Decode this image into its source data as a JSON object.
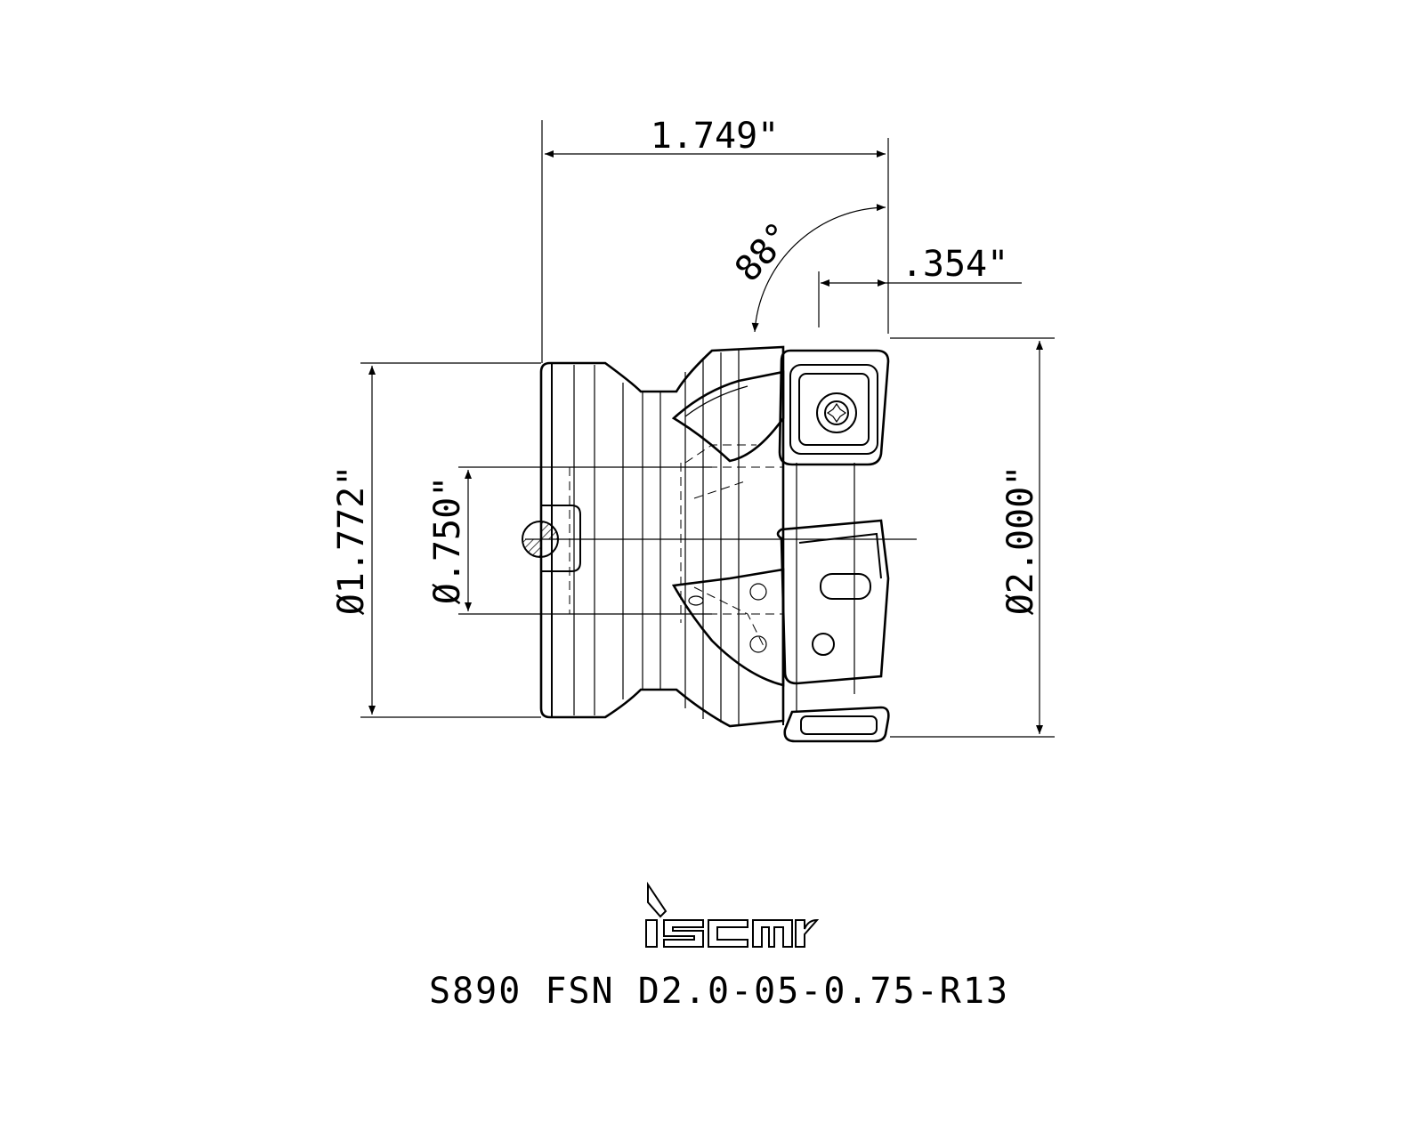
{
  "dimensions": {
    "overall_length": "1.749\"",
    "lead_angle": "88°",
    "insert_depth": ".354\"",
    "body_diameter": "Ø1.772\"",
    "bore_diameter": "Ø.750\"",
    "cutting_diameter": "Ø2.000\""
  },
  "logo": {
    "text": "iscar"
  },
  "part_number": "S890 FSN D2.0-05-0.75-R13",
  "colors": {
    "line": "#000000",
    "background": "#ffffff"
  }
}
